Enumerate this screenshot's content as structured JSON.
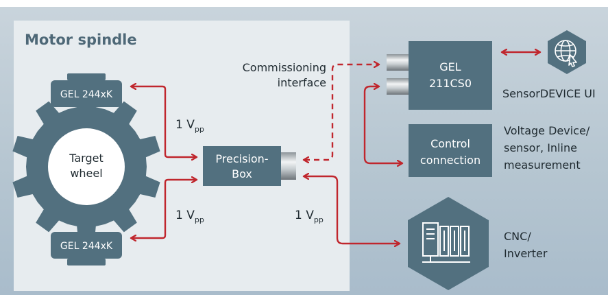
{
  "section": {
    "title": "Motor spindle"
  },
  "sensors": {
    "top": "GEL 244xK",
    "bottom": "GEL 244xK"
  },
  "wheel": {
    "line1": "Target",
    "line2": "wheel"
  },
  "precision_box": {
    "line1": "Precision-",
    "line2": "Box"
  },
  "commissioning": {
    "line1": "Commissioning",
    "line2": "interface"
  },
  "signals": {
    "top_left": {
      "main": "1 V",
      "sub": "pp"
    },
    "bottom_left": {
      "main": "1 V",
      "sub": "pp"
    },
    "bottom_mid": {
      "main": "1 V",
      "sub": "pp"
    }
  },
  "gel211": {
    "line1": "GEL",
    "line2": "211CS0"
  },
  "control": {
    "line1": "Control",
    "line2": "connection"
  },
  "sensor_ui": {
    "label": "SensorDEVICE UI"
  },
  "voltage_device": {
    "line1": "Voltage Device/",
    "line2": "sensor, Inline",
    "line3": "measurement"
  },
  "cnc": {
    "line1": "CNC/",
    "line2": "Inverter"
  },
  "colors": {
    "dark_box": "#52707f",
    "arrow_red": "#c0262d",
    "spindle_bg": "#e7ecef",
    "title_text": "#4e6877",
    "label_text": "#1f2a30"
  }
}
